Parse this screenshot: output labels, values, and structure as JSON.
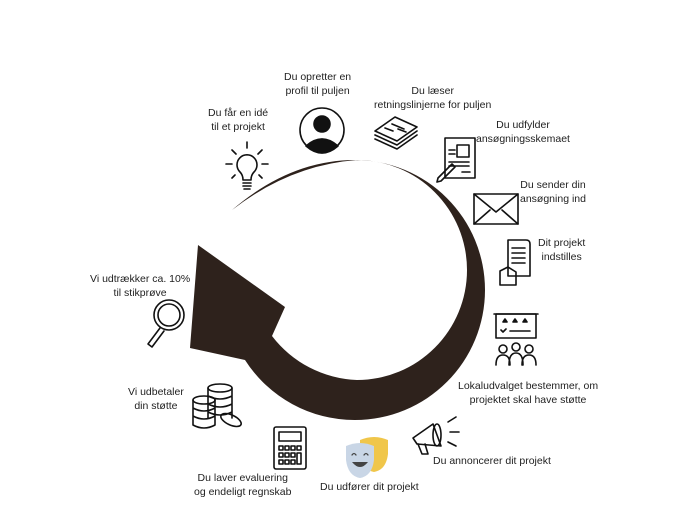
{
  "colors": {
    "arrow": "#2e221c",
    "icon": "#111111",
    "mask_blue": "#c9d6e6",
    "mask_yellow": "#f0c64a"
  },
  "steps": [
    {
      "icon": "lightbulb-icon",
      "lines": [
        "Du får en idé",
        "til et projekt"
      ]
    },
    {
      "icon": "user-profile-icon",
      "lines": [
        "Du opretter en",
        "profil til puljen"
      ]
    },
    {
      "icon": "newspaper-icon",
      "lines": [
        "Du læser",
        "retningslinjerne for puljen"
      ]
    },
    {
      "icon": "application-form-icon",
      "lines": [
        "Du udfylder",
        "ansøgningsskemaet"
      ]
    },
    {
      "icon": "envelope-icon",
      "lines": [
        "Du sender din",
        "ansøgning ind"
      ]
    },
    {
      "icon": "document-hand-icon",
      "lines": [
        "Dit projekt",
        "indstilles"
      ]
    },
    {
      "icon": "committee-board-icon",
      "lines": [
        "Lokaludvalget bestemmer, om",
        "projektet skal have støtte"
      ]
    },
    {
      "icon": "megaphone-icon",
      "lines": [
        "Du annoncerer dit projekt"
      ]
    },
    {
      "icon": "theater-masks-icon",
      "lines": [
        "Du udfører dit projekt"
      ]
    },
    {
      "icon": "calculator-icon",
      "lines": [
        "Du laver evaluering",
        "og endeligt regnskab"
      ]
    },
    {
      "icon": "coins-icon",
      "lines": [
        "Vi udbetaler",
        "din støtte"
      ]
    },
    {
      "icon": "magnifier-icon",
      "lines": [
        "Vi udtrækker ca. 10%",
        "til stikprøve"
      ]
    }
  ]
}
